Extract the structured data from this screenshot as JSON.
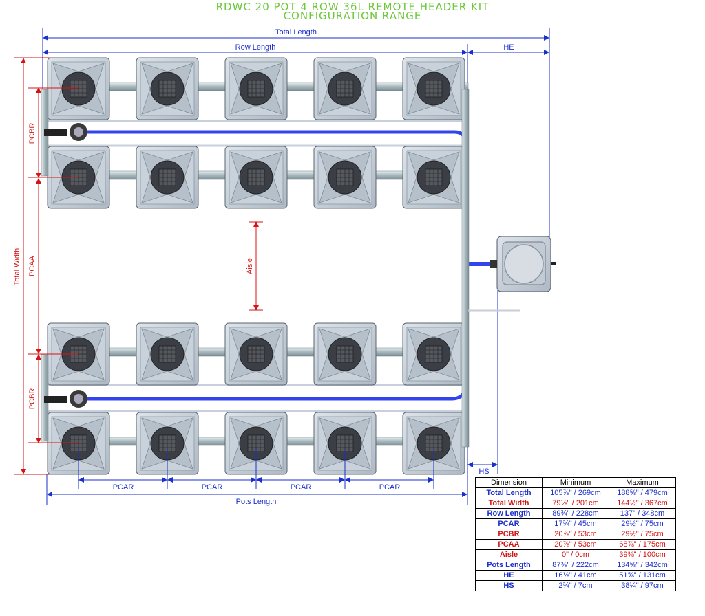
{
  "title": {
    "line1": "RDWC 20 POT 4 ROW 36L REMOTE HEADER KIT",
    "line2": "CONFIGURATION RANGE"
  },
  "colors": {
    "title": "#6cc83a",
    "blue_label": "#1a2fcc",
    "red_label": "#d41414",
    "pipe_blue": "#3344ee",
    "pot_body": "#c7d0d9"
  },
  "labels": {
    "total_length": "Total Length",
    "row_length": "Row Length",
    "he": "HE",
    "hs": "HS",
    "pcbr": "PCBR",
    "pcaa": "PCAA",
    "total_width": "Total Width",
    "aisle": "Aisle",
    "pcar": "PCAR",
    "pots_length": "Pots Length"
  },
  "table": {
    "headers": [
      "Dimension",
      "Minimum",
      "Maximum"
    ],
    "rows": [
      {
        "name": "Total Length",
        "min": "105⅞\" / 269cm",
        "max": "188⅝\" / 479cm",
        "color": "blue"
      },
      {
        "name": "Total Width",
        "min": "79⅛\" / 201cm",
        "max": "144½\" / 367cm",
        "color": "red"
      },
      {
        "name": "Row Length",
        "min": "89¾\" / 228cm",
        "max": "137\" / 348cm",
        "color": "blue"
      },
      {
        "name": "PCAR",
        "min": "17¾\" / 45cm",
        "max": "29½\" / 75cm",
        "color": "blue"
      },
      {
        "name": "PCBR",
        "min": "20⅞\" / 53cm",
        "max": "29½\" / 75cm",
        "color": "red"
      },
      {
        "name": "PCAA",
        "min": "20⅞\" / 53cm",
        "max": "68⅞\" / 175cm",
        "color": "red"
      },
      {
        "name": "Aisle",
        "min": "0\" / 0cm",
        "max": "39⅜\" / 100cm",
        "color": "red"
      },
      {
        "name": "Pots Length",
        "min": "87⅜\" / 222cm",
        "max": "134⅝\" / 342cm",
        "color": "blue"
      },
      {
        "name": "HE",
        "min": "16⅛\" / 41cm",
        "max": "51⅝\" / 131cm",
        "color": "blue"
      },
      {
        "name": "HS",
        "min": "2¾\" / 7cm",
        "max": "38¼\" / 97cm",
        "color": "blue"
      }
    ]
  }
}
